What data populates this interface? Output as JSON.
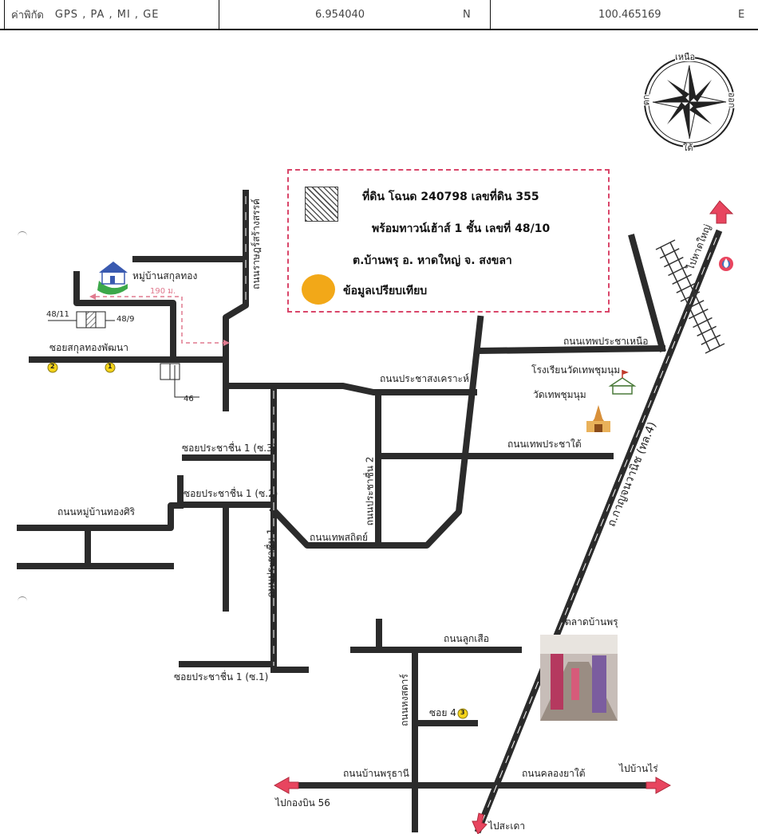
{
  "header": {
    "coord_label": "ค่าพิกัด",
    "coord_methods": "GPS , PA , MI , GE",
    "latitude": "6.954040",
    "lat_dir": "N",
    "longitude": "100.465169",
    "lon_dir": "E"
  },
  "compass": {
    "north": "เหนือ",
    "south": "ใต้",
    "east": "ออก",
    "west": "ตก"
  },
  "legend": {
    "line1": "ที่ดิน โฉนด 240798 เลขที่ดิน 355",
    "line2": "พร้อมทาวน์เฮ้าส์ 1 ชั้น เลขที่ 48/10",
    "line3": "ต.บ้านพรุ อ. หาดใหญ่ จ. สงขลา",
    "line4": "ข้อมูลเปรียบเทียบ",
    "hatch_color": "#555555",
    "comparable_color": "#f2a818"
  },
  "roads": {
    "saiwon": "ถนนราษฎร์สร้างสรรค์",
    "village": "หมู่บ้านสกุลทอง",
    "distance": "190 ม.",
    "soi_sakul": "ซอยสกุลทองพัฒนา",
    "prachasongkhro": "ถนนประชาสงเคราะห์",
    "thepnuea": "ถนนเทพประชาเหนือ",
    "school": "โรงเรียนวัดเทพชุมนุม",
    "temple": "วัดเทพชุมนุม",
    "thep_tai": "ถนนเทพประชาใต้",
    "soi3": "ซอยประชาชื่น 1 (ซ.3)",
    "soi2": "ซอยประชาชื่น 1 (ซ.2)",
    "thongsiri": "ถนนหมู่บ้านทองศิริ",
    "prachachuen2": "ถนนประชาชื่น 2",
    "thepsathit": "ถนนเทพสถิตย์",
    "prachachuen1": "ถนนประชาชื่น 1",
    "kanchana": "ถ.กาญจนวานิช (ทล.4)",
    "hatyai": "ไปหาดใหญ่",
    "market": "ตลาดบ้านพรุ",
    "luksuea": "ถนนลูกเสือ",
    "soi1": "ซอยประชาชื่น 1 (ซ.1)",
    "hongsadan": "ถนนหงสดาร์",
    "soi4": "ซอย 4",
    "banphruthani": "ถนนบ้านพรุธานี",
    "khlongyatai": "ถนนคลองยาใต้",
    "banrai": "ไปบ้านไร่",
    "kongbin": "ไปกองบิน 56",
    "sadao": "ไปสะเดา"
  },
  "plots": {
    "p48_11": "48/11",
    "p48_9": "48/9",
    "p46": "46"
  },
  "markers": {
    "m1": "1",
    "m2": "2",
    "m3": "3"
  },
  "colors": {
    "road": "#2b2b2b",
    "arrow": "#e8455f",
    "route": "#e07a8f",
    "marker": "#f5d318"
  }
}
